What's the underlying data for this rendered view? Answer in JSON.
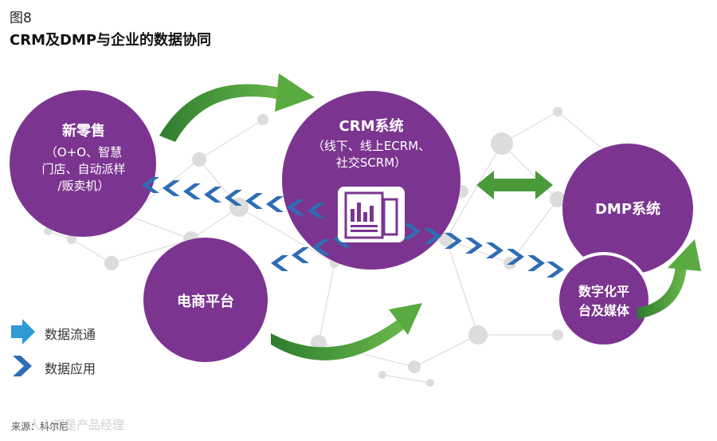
{
  "figure": {
    "label": "图8",
    "title": "CRM及DMP与企业的数据协同"
  },
  "nodes": {
    "retail": {
      "title": "新零售",
      "detail_lines": [
        "（O+O、智慧",
        "门店、自动派样",
        "/贩卖机）"
      ]
    },
    "crm": {
      "title": "CRM系统",
      "detail_lines": [
        "（线下、线上ECRM、",
        "社交SCRM）"
      ]
    },
    "dmp": {
      "title": "DMP系统"
    },
    "ecommerce": {
      "title": "电商平台"
    },
    "digital": {
      "title_lines": [
        "数字化平",
        "台及媒体"
      ]
    }
  },
  "legend": {
    "flow": "数据流通",
    "apply": "数据应用"
  },
  "source": "来源：科尔尼",
  "watermark": "人人都是产品经理",
  "colors": {
    "purple": "#7b3590",
    "green": "#4a9a3a",
    "blue": "#2e6db4",
    "network": "#cccccc"
  },
  "icons": {
    "crm_center": "report-document-icon",
    "legend_flow": "right-arrow-icon",
    "legend_apply": "chevron-right-icon"
  }
}
